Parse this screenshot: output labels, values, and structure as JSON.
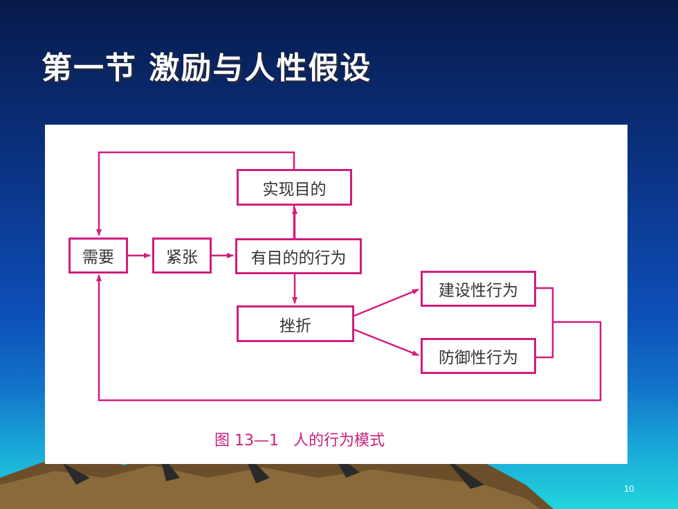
{
  "slide": {
    "title": "第一节  激励与人性假设",
    "page_number": "10"
  },
  "diagram": {
    "nodes": {
      "need": "需要",
      "tension": "紧张",
      "goal_directed_behavior": "有目的的行为",
      "achieve_goal": "实现目的",
      "frustration": "挫折",
      "constructive_behavior": "建设性行为",
      "defensive_behavior": "防御性行为"
    },
    "caption": {
      "figure_number": "图 13—1",
      "text": "人的行为模式"
    }
  },
  "colors": {
    "accent": "#d21d7c",
    "caption": "#c81f7c",
    "box_text": "#333333",
    "title_text": "#ffffff"
  }
}
